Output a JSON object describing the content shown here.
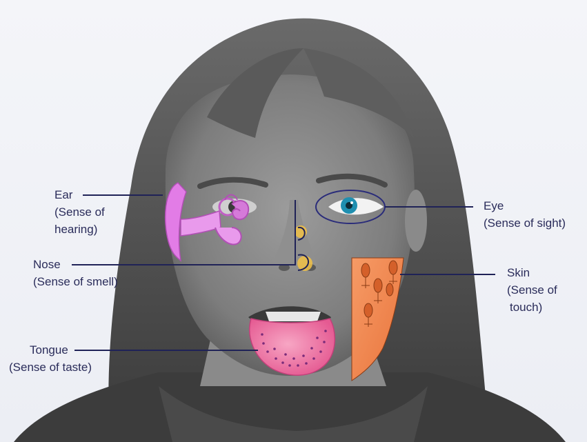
{
  "labels": {
    "ear": {
      "name": "Ear",
      "line1": "(Sense of",
      "line2": "hearing)"
    },
    "nose": {
      "name": "Nose",
      "line1": "(Sense of smell)"
    },
    "tongue": {
      "name": "Tongue",
      "line1": "(Sense of taste)"
    },
    "eye": {
      "name": "Eye",
      "line1": "(Sense of sight)"
    },
    "skin": {
      "name": "Skin",
      "line1": "(Sense of",
      "line2": "touch)"
    }
  },
  "colors": {
    "background": "#eef0f6",
    "label_text": "#2a2c5a",
    "leader_line": "#1f2257",
    "ear": "#e27ce6",
    "nose_glands": "#f2c247",
    "tongue": "#f07aa3",
    "eye_iris": "#1f8fb0",
    "skin_patch": "#f28a55"
  },
  "icons": [
    "ear-illustration",
    "nose-olfactory-illustration",
    "tongue-illustration",
    "eye-illustration",
    "skin-receptor-illustration"
  ]
}
